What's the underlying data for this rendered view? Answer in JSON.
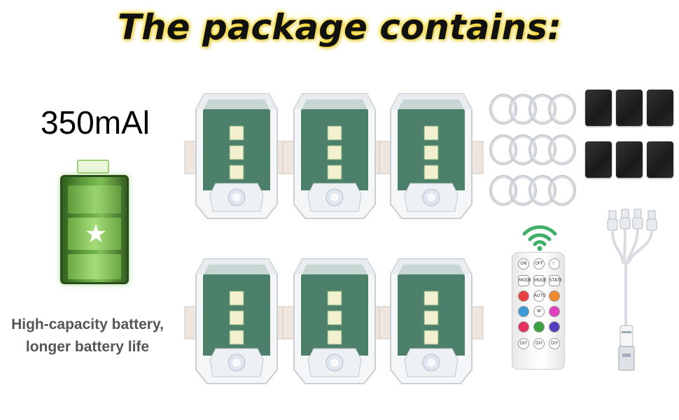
{
  "title": "The package contains:",
  "battery": {
    "capacity": "350mAl",
    "description_line1": "High-capacity battery,",
    "description_line2": "longer battery life",
    "color": "#6aa842"
  },
  "lights": {
    "count": 6,
    "body_color": "#2f6b52",
    "led_color": "#f3f0d0"
  },
  "accessories": {
    "rings": {
      "count": 12,
      "color": "#d4d8dc"
    },
    "adhesive_pads": {
      "count": 6,
      "color": "#222222"
    },
    "remote": {
      "buttons": [
        "ON",
        "OFF",
        "MODE",
        "MODE",
        "STATE",
        "AUTO",
        "W",
        "DIY",
        "DIY",
        "DIY"
      ],
      "colors": [
        "#e84040",
        "#f08a2c",
        "#e040c0",
        "#3a9ad8",
        "#ffffff",
        "#a040d0",
        "#e83060",
        "#3aa040",
        "#5040c0"
      ]
    },
    "cable": {
      "connectors": 4,
      "color": "#ffffff"
    }
  }
}
